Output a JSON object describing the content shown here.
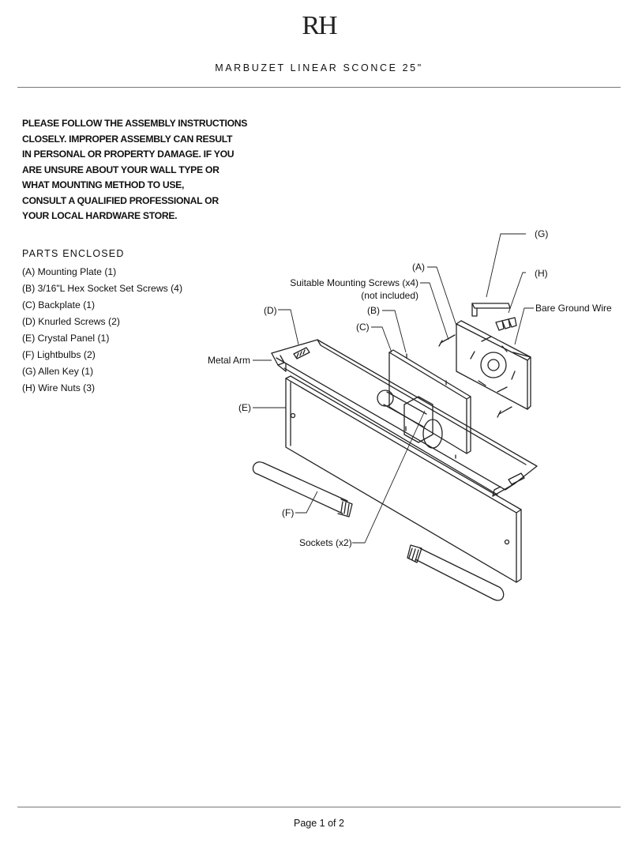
{
  "header": {
    "logo": "RH",
    "title": "MARBUZET LINEAR SCONCE 25\""
  },
  "warning_lines": [
    "PLEASE FOLLOW THE ASSEMBLY INSTRUCTIONS",
    "CLOSELY. IMPROPER ASSEMBLY CAN RESULT",
    "IN PERSONAL OR PROPERTY DAMAGE. IF YOU",
    "ARE UNSURE ABOUT YOUR WALL TYPE OR",
    "WHAT MOUNTING  METHOD TO USE,",
    "CONSULT A QUALIFIED PROFESSIONAL OR",
    "YOUR LOCAL HARDWARE STORE."
  ],
  "parts": {
    "heading": "PARTS ENCLOSED",
    "items": [
      "(A) Mounting Plate (1)",
      "(B) 3/16\"L Hex Socket Set Screws (4)",
      "(C) Backplate (1)",
      "(D) Knurled Screws (2)",
      "(E) Crystal Panel (1)",
      "(F) Lightbulbs (2)",
      "(G) Allen Key (1)",
      "(H) Wire Nuts (3)"
    ]
  },
  "diagram": {
    "labels": {
      "g": "(G)",
      "h": "(H)",
      "a": "(A)",
      "screws_line1": "Suitable Mounting Screws (x4)",
      "screws_line2": "(not included)",
      "bare_ground": "Bare Ground Wire",
      "d": "(D)",
      "b": "(B)",
      "c": "(C)",
      "metal_arm": "Metal Arm",
      "e": "(E)",
      "f": "(F)",
      "sockets": "Sockets (x2)"
    }
  },
  "footer": {
    "page": "Page 1 of 2"
  }
}
